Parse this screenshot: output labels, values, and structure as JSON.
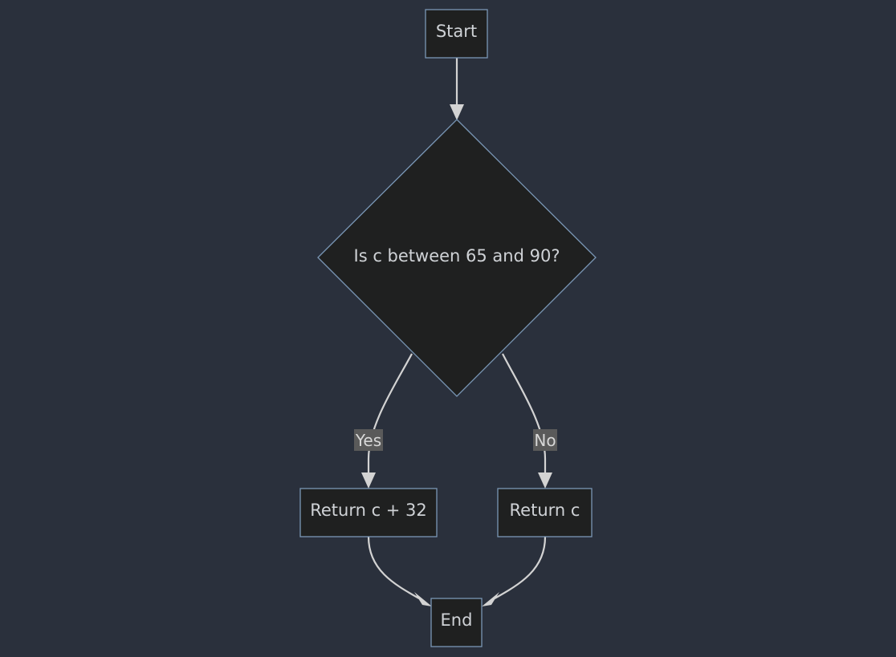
{
  "diagram": {
    "nodes": {
      "start": "Start",
      "decision": "Is c between 65 and 90?",
      "yes_action": "Return c + 32",
      "no_action": "Return c",
      "end": "End"
    },
    "edge_labels": {
      "yes": "Yes",
      "no": "No"
    }
  }
}
